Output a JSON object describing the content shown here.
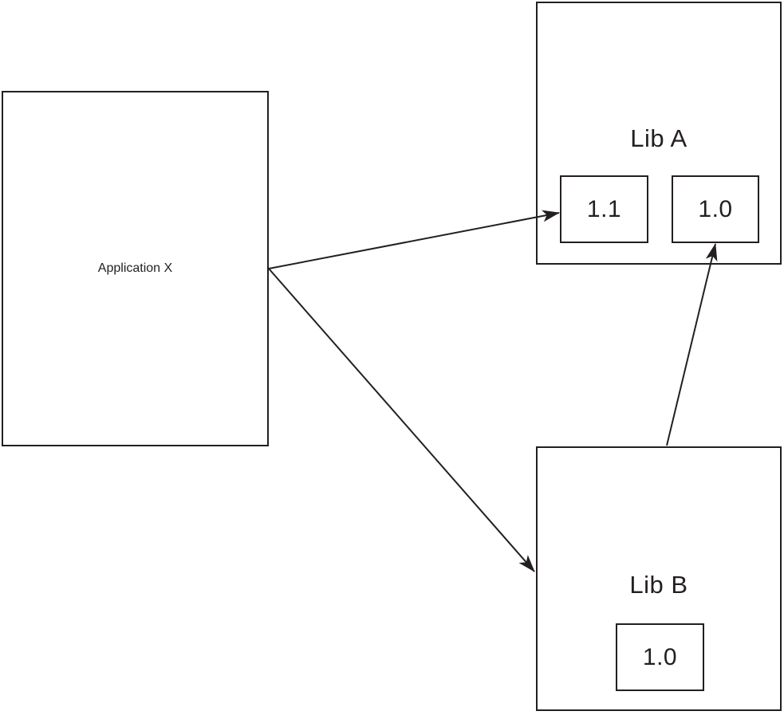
{
  "diagram": {
    "background_color": "#ffffff",
    "line_color": "#231f20",
    "application": {
      "label": "Application X"
    },
    "lib_a": {
      "label": "Lib A",
      "versions": [
        "1.1",
        "1.0"
      ]
    },
    "lib_b": {
      "label": "Lib B",
      "versions": [
        "1.0"
      ]
    },
    "edges": [
      {
        "from": "Application X",
        "to": "Lib A 1.1"
      },
      {
        "from": "Application X",
        "to": "Lib B"
      },
      {
        "from": "Lib B",
        "to": "Lib A 1.0"
      }
    ]
  }
}
